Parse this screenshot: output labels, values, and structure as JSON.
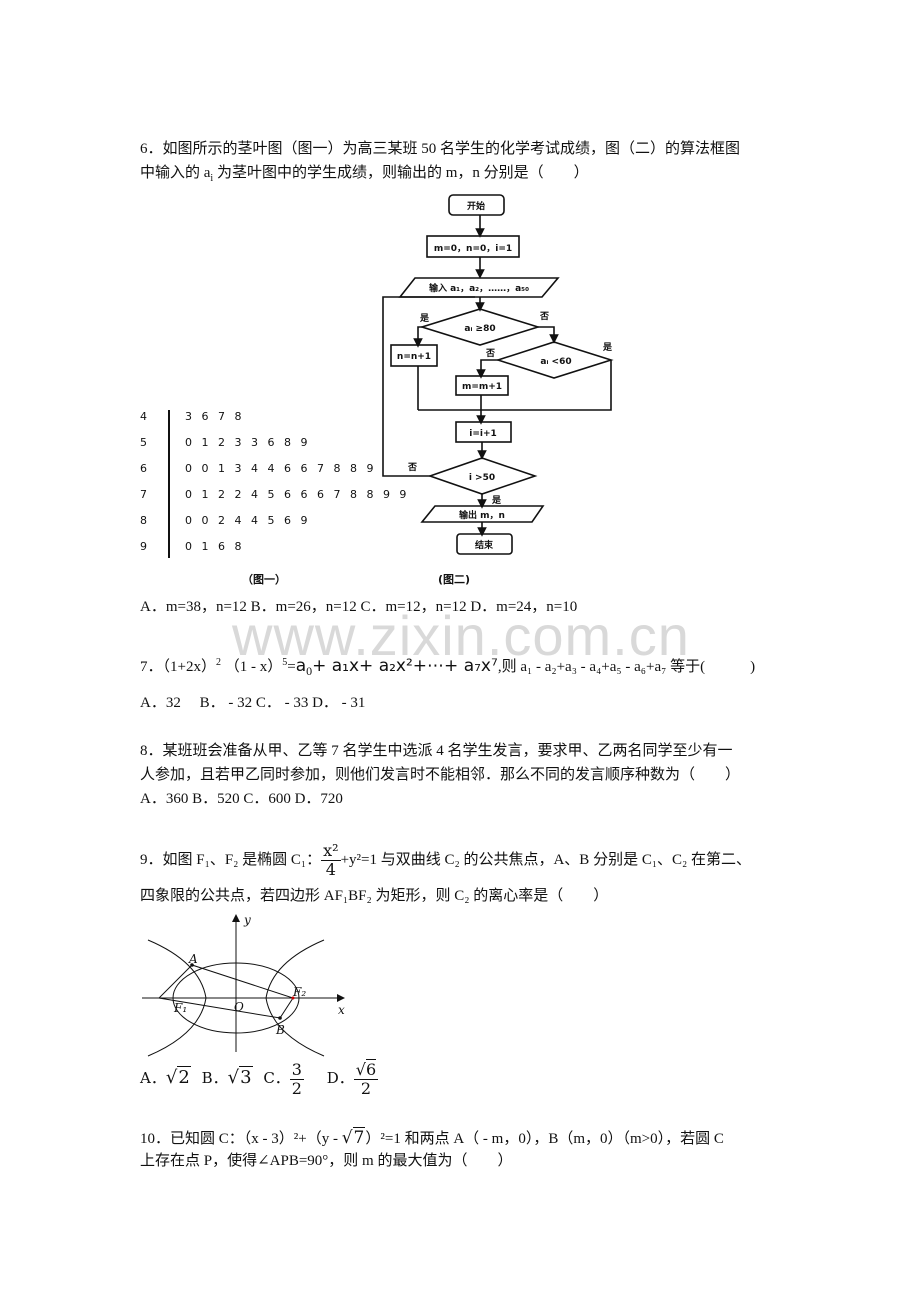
{
  "watermark": "www.zixin.com.cn",
  "q6": {
    "line1": "6．如图所示的茎叶图（图一）为高三某班 50 名学生的化学考试成绩，图（二）的算法框图",
    "line2_pre": "中输入的 a",
    "line2_sub": "i",
    "line2_post": " 为茎叶图中的学生成绩，则输出的 m，n 分别是（　　）",
    "stem_leaf": {
      "rows": [
        {
          "stem": "4",
          "leaves": "3 6 7 8"
        },
        {
          "stem": "5",
          "leaves": "0 1 2 3 3 6 8 9"
        },
        {
          "stem": "6",
          "leaves": "0  0 1 3 4 4 6 6 7 8 8 9"
        },
        {
          "stem": "7",
          "leaves": "0 1 2 2 4 5 6 6 6 7 8 8 9 9"
        },
        {
          "stem": "8",
          "leaves": "0  0 2 4 4 5 6 9"
        },
        {
          "stem": "9",
          "leaves": "0 1 6 8"
        }
      ],
      "caption": "（图一）"
    },
    "flowchart": {
      "start": "开始",
      "init": "m=0，n=0，i=1",
      "input": "输入 a₁，a₂，……，a₅₀",
      "cond1": "aᵢ ≥80",
      "cond1_yes": "是",
      "cond1_no": "否",
      "n_inc": "n=n+1",
      "cond2": "aᵢ <60",
      "cond2_yes": "是",
      "cond2_no": "否",
      "m_inc": "m=m+1",
      "i_inc": "i=i+1",
      "cond3": "i >50",
      "cond3_no": "否",
      "cond3_yes": "是",
      "output": "输出 m，n",
      "end": "结束",
      "caption": "(图二)"
    },
    "options": "A．m=38，n=12   B．m=26，n=12   C．m=12，n=12   D．m=24，n=10"
  },
  "q7": {
    "prefix": "7．（1+2x）",
    "exp1": "2",
    "mid": "（1 - x）",
    "exp2": "5",
    "eq": "=",
    "series_a0": "a",
    "series_rest": "+ a₁x+ a₂x²+⋯+ a₇x⁷",
    "then": ",则 a₁ - a₂+a₃ - a₄+a₅ - a₆+a₇ 等于(　　　)",
    "options": "A．32　 B． - 32 C． - 33 D． - 31"
  },
  "q8": {
    "line1": "8．某班班会准备从甲、乙等 7 名学生中选派 4 名学生发言，要求甲、乙两名同学至少有一",
    "line2": "人参加，且若甲乙同时参加，则他们发言时不能相邻．那么不同的发言顺序种数为（　　）",
    "options": "A．360  B．520  C．600  D．720"
  },
  "q9": {
    "line1_pre": "9．如图 F₁、F₂ 是椭圆 C₁：",
    "frac_num": "x²",
    "frac_den": "4",
    "line1_post": "+y²=1 与双曲线 C₂ 的公共焦点，A、B 分别是 C₁、C₂ 在第二、",
    "line2": "四象限的公共点，若四边形 AF₁BF₂ 为矩形，则 C₂ 的离心率是（　　）",
    "figure_labels": {
      "y": "y",
      "x": "x",
      "A": "A",
      "B": "B",
      "O": "O",
      "F1": "F₁",
      "F2": "F₂"
    },
    "options": {
      "a_label": "A．",
      "a_val": "2",
      "b_label": "B．",
      "b_val": "3",
      "c_label": "C．",
      "c_num": "3",
      "c_den": "2",
      "d_label": "D．",
      "d_num": "6",
      "d_den": "2"
    }
  },
  "q10": {
    "line1_pre": "10．已知圆 C：（x - 3）²+（y - ",
    "sqrt_val": "7",
    "line1_post": "）²=1 和两点 A（ - m，0），B（m，0）（m>0），若圆 C",
    "line2": "上存在点 P，使得∠APB=90°，则 m 的最大值为（　　）"
  }
}
